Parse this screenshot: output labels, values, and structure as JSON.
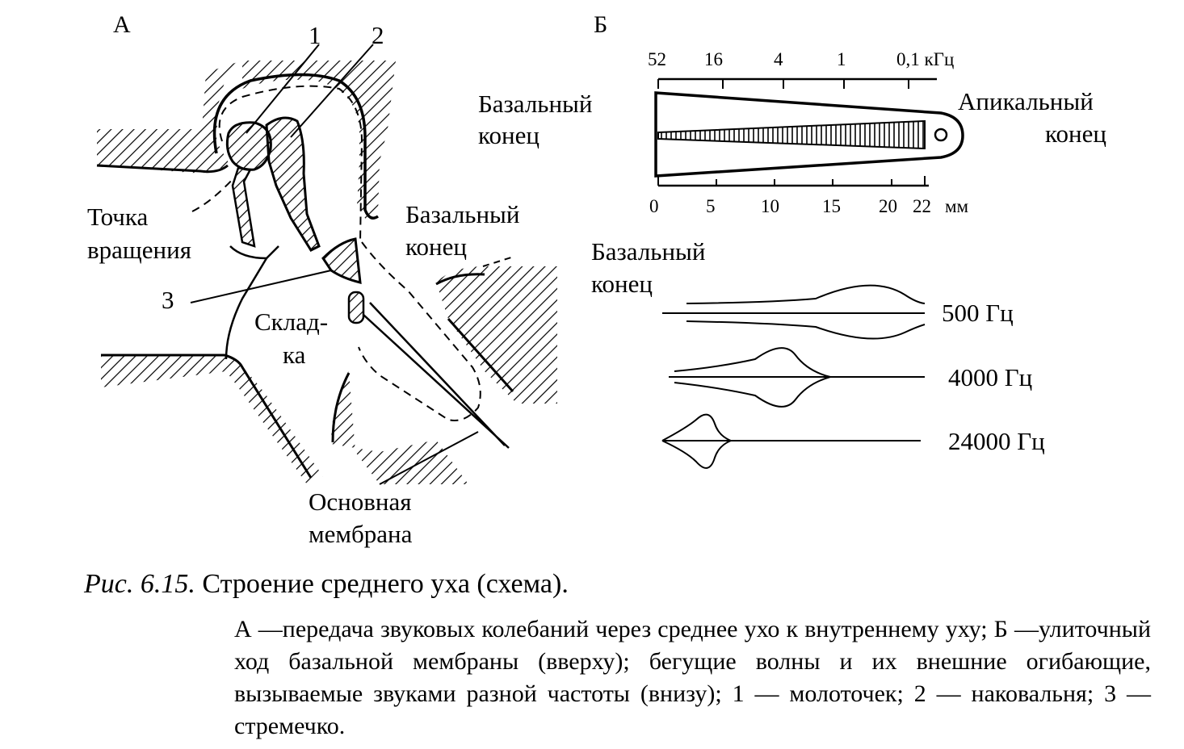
{
  "panels": {
    "a": "А",
    "b": "Б"
  },
  "labels_a": {
    "n1": "1",
    "n2": "2",
    "n3": "3",
    "pivot_line1": "Точка",
    "pivot_line2": "вращения",
    "fold_line1": "Склад-",
    "fold_line2": "ка",
    "basal_line1": "Базальный",
    "basal_line2": "конец",
    "membrane_line1": "Основная",
    "membrane_line2": "мембрана"
  },
  "labels_b": {
    "basal_line1": "Базальный",
    "basal_line2": "конец",
    "apical_line1": "Апикальный",
    "apical_line2": "конец",
    "freq_ticks": [
      "52",
      "16",
      "4",
      "1",
      "0,1 кГц"
    ],
    "mm_ticks": [
      "0",
      "5",
      "10",
      "15",
      "20",
      "22",
      "мм"
    ],
    "wave_basal_line1": "Базальный",
    "wave_basal_line2": "конец",
    "waves": [
      "500 Гц",
      "4000 Гц",
      "24000 Гц"
    ]
  },
  "caption": {
    "prefix": "Рис. 6.15.",
    "title": "Строение среднего уха (схема).",
    "body": "А —передача звуковых колебаний через среднее ухо к внутреннему уху; Б —улиточный ход базальной мембраны (вверху); бегущие волны и их внешние огибающие, вызываемые звуками разной частоты (внизу); 1 — молоточек; 2 — наковальня; 3 — стремечко."
  }
}
